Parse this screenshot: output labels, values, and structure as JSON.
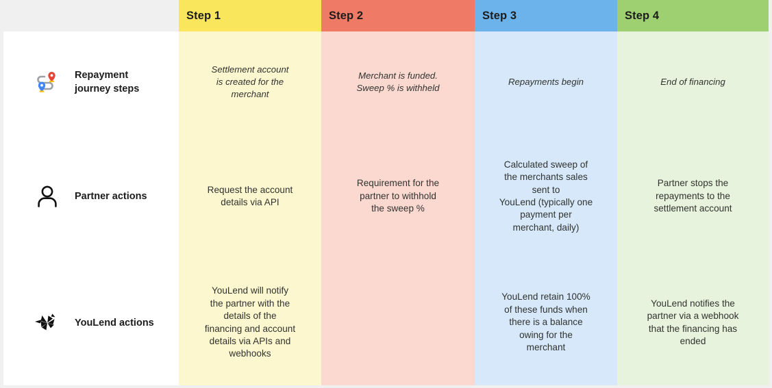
{
  "steps": [
    {
      "label": "Step 1",
      "header_color": "#f9e65c",
      "cell_color": "#fcf7cf"
    },
    {
      "label": "Step 2",
      "header_color": "#ef7b66",
      "cell_color": "#fbd9d1"
    },
    {
      "label": "Step 3",
      "header_color": "#6cb3ec",
      "cell_color": "#d6e8fa"
    },
    {
      "label": "Step 4",
      "header_color": "#9ed071",
      "cell_color": "#e7f3dc"
    }
  ],
  "rows": [
    {
      "label": "Repayment\njourney steps",
      "icon": "route-pins-icon",
      "cells": [
        "Settlement account\nis created for the\nmerchant",
        "Merchant is funded.\nSweep % is withheld",
        "Repayments begin",
        "End of financing"
      ]
    },
    {
      "label": "Partner actions",
      "icon": "person-icon",
      "cells": [
        "Request the account\ndetails via API",
        "Requirement for the\npartner to withhold\nthe sweep %",
        "Calculated sweep of\nthe merchants sales\nsent to\nYouLend (typically one\npayment per\nmerchant, daily)",
        "Partner stops the\nrepayments to the\nsettlement account"
      ]
    },
    {
      "label": "YouLend actions",
      "icon": "youlend-logo-icon",
      "cells": [
        "YouLend will notify\nthe partner with the\ndetails of the\nfinancing and account\ndetails via APIs and\nwebhooks",
        "",
        "YouLend retain 100%\nof these funds when\nthere is a balance\nowing for the\nmerchant",
        "YouLend notifies the\npartner via a webhook\nthat the financing has\nended"
      ]
    }
  ]
}
